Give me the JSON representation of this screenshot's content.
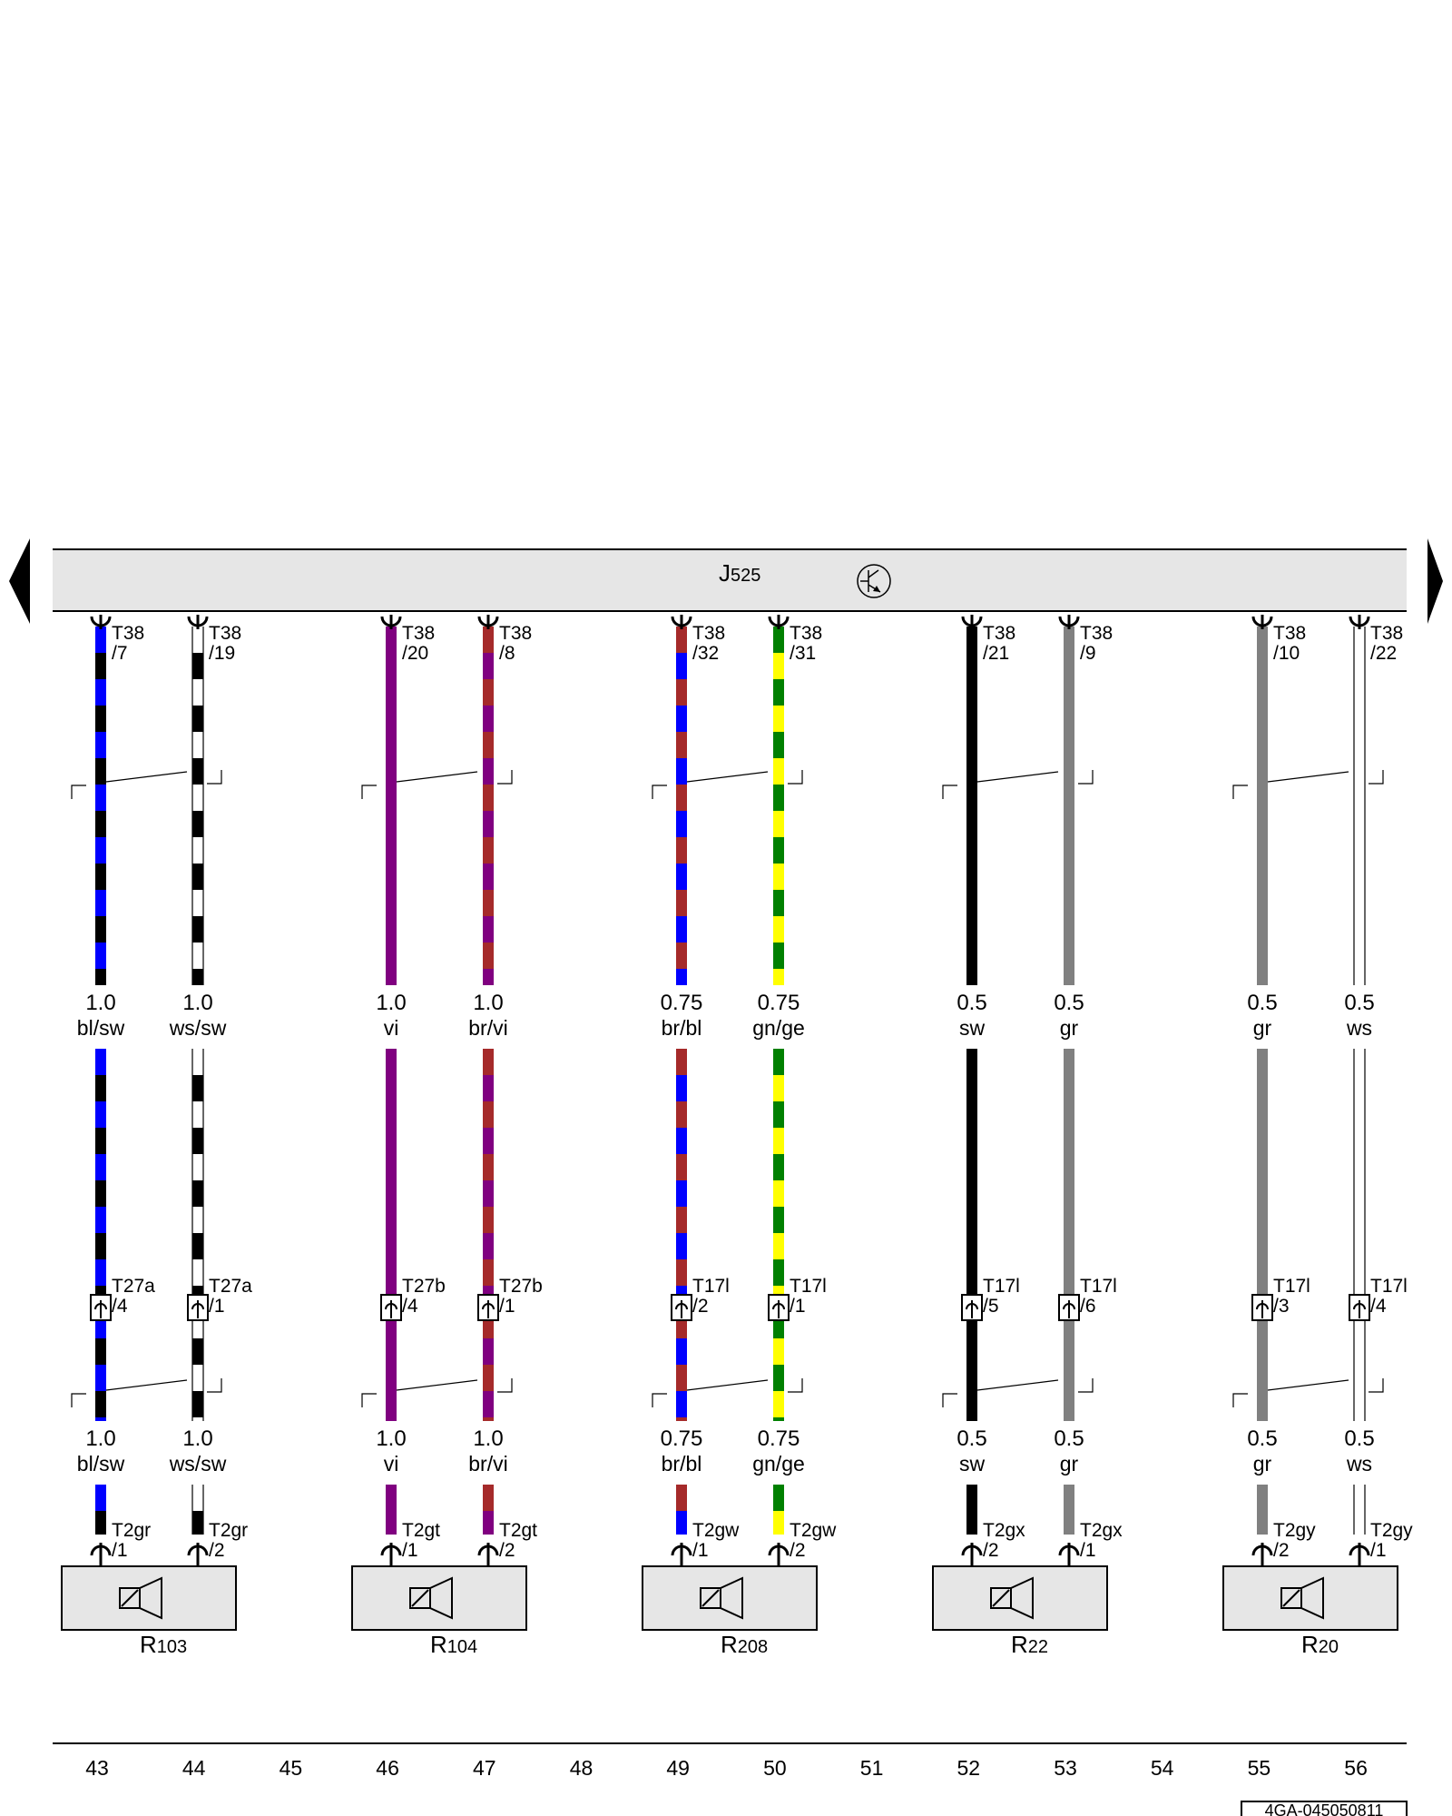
{
  "control_unit": {
    "label_main": "J",
    "label_sub": "525",
    "fill": "#e6e6e6"
  },
  "nav": {
    "prev_icon": "triangle-left-icon",
    "next_icon": "triangle-right-icon"
  },
  "colors": {
    "bl": "#0000ff",
    "sw": "#000000",
    "ws": "#ffffff",
    "vi": "#800080",
    "br": "#a52a2a",
    "gn": "#008000",
    "ge": "#ffff00",
    "gr": "#808080"
  },
  "wires": [
    {
      "id": "w43",
      "colors": [
        "bl",
        "sw"
      ],
      "top_pin": [
        "T38",
        "/7"
      ],
      "gauge": "1.0",
      "code": "bl/sw",
      "mid_pin": [
        "T27a",
        "/4"
      ],
      "gauge2": "1.0",
      "code2": "bl/sw",
      "bot_pin": [
        "T2gr",
        "/1"
      ]
    },
    {
      "id": "w44",
      "colors": [
        "ws",
        "sw"
      ],
      "top_pin": [
        "T38",
        "/19"
      ],
      "gauge": "1.0",
      "code": "ws/sw",
      "mid_pin": [
        "T27a",
        "/1"
      ],
      "gauge2": "1.0",
      "code2": "ws/sw",
      "bot_pin": [
        "T2gr",
        "/2"
      ]
    },
    {
      "id": "w46",
      "colors": [
        "vi"
      ],
      "top_pin": [
        "T38",
        "/20"
      ],
      "gauge": "1.0",
      "code": "vi",
      "mid_pin": [
        "T27b",
        "/4"
      ],
      "gauge2": "1.0",
      "code2": "vi",
      "bot_pin": [
        "T2gt",
        "/1"
      ]
    },
    {
      "id": "w47",
      "colors": [
        "br",
        "vi"
      ],
      "top_pin": [
        "T38",
        "/8"
      ],
      "gauge": "1.0",
      "code": "br/vi",
      "mid_pin": [
        "T27b",
        "/1"
      ],
      "gauge2": "1.0",
      "code2": "br/vi",
      "bot_pin": [
        "T2gt",
        "/2"
      ]
    },
    {
      "id": "w49",
      "colors": [
        "br",
        "bl"
      ],
      "top_pin": [
        "T38",
        "/32"
      ],
      "gauge": "0.75",
      "code": "br/bl",
      "mid_pin": [
        "T17l",
        "/2"
      ],
      "gauge2": "0.75",
      "code2": "br/bl",
      "bot_pin": [
        "T2gw",
        "/1"
      ]
    },
    {
      "id": "w50",
      "colors": [
        "gn",
        "ge"
      ],
      "top_pin": [
        "T38",
        "/31"
      ],
      "gauge": "0.75",
      "code": "gn/ge",
      "mid_pin": [
        "T17l",
        "/1"
      ],
      "gauge2": "0.75",
      "code2": "gn/ge",
      "bot_pin": [
        "T2gw",
        "/2"
      ]
    },
    {
      "id": "w52",
      "colors": [
        "sw"
      ],
      "top_pin": [
        "T38",
        "/21"
      ],
      "gauge": "0.5",
      "code": "sw",
      "mid_pin": [
        "T17l",
        "/5"
      ],
      "gauge2": "0.5",
      "code2": "sw",
      "bot_pin": [
        "T2gx",
        "/2"
      ]
    },
    {
      "id": "w53",
      "colors": [
        "gr"
      ],
      "top_pin": [
        "T38",
        "/9"
      ],
      "gauge": "0.5",
      "code": "gr",
      "mid_pin": [
        "T17l",
        "/6"
      ],
      "gauge2": "0.5",
      "code2": "gr",
      "bot_pin": [
        "T2gx",
        "/1"
      ]
    },
    {
      "id": "w55",
      "colors": [
        "gr"
      ],
      "top_pin": [
        "T38",
        "/10"
      ],
      "gauge": "0.5",
      "code": "gr",
      "mid_pin": [
        "T17l",
        "/3"
      ],
      "gauge2": "0.5",
      "code2": "gr",
      "bot_pin": [
        "T2gy",
        "/2"
      ]
    },
    {
      "id": "w56",
      "colors": [
        "ws"
      ],
      "top_pin": [
        "T38",
        "/22"
      ],
      "gauge": "0.5",
      "code": "ws",
      "mid_pin": [
        "T17l",
        "/4"
      ],
      "gauge2": "0.5",
      "code2": "ws",
      "bot_pin": [
        "T2gy",
        "/1"
      ]
    }
  ],
  "speakers": [
    {
      "id": "r103",
      "main": "R",
      "sub": "103",
      "icon": "speaker-icon"
    },
    {
      "id": "r104",
      "main": "R",
      "sub": "104",
      "icon": "speaker-icon"
    },
    {
      "id": "r208",
      "main": "R",
      "sub": "208",
      "icon": "speaker-icon"
    },
    {
      "id": "r22",
      "main": "R",
      "sub": "22",
      "icon": "speaker-icon"
    },
    {
      "id": "r20",
      "main": "R",
      "sub": "20",
      "icon": "speaker-icon"
    }
  ],
  "tracks": [
    "43",
    "44",
    "45",
    "46",
    "47",
    "48",
    "49",
    "50",
    "51",
    "52",
    "53",
    "54",
    "55",
    "56"
  ],
  "doc_ref": "4GA-045050811"
}
